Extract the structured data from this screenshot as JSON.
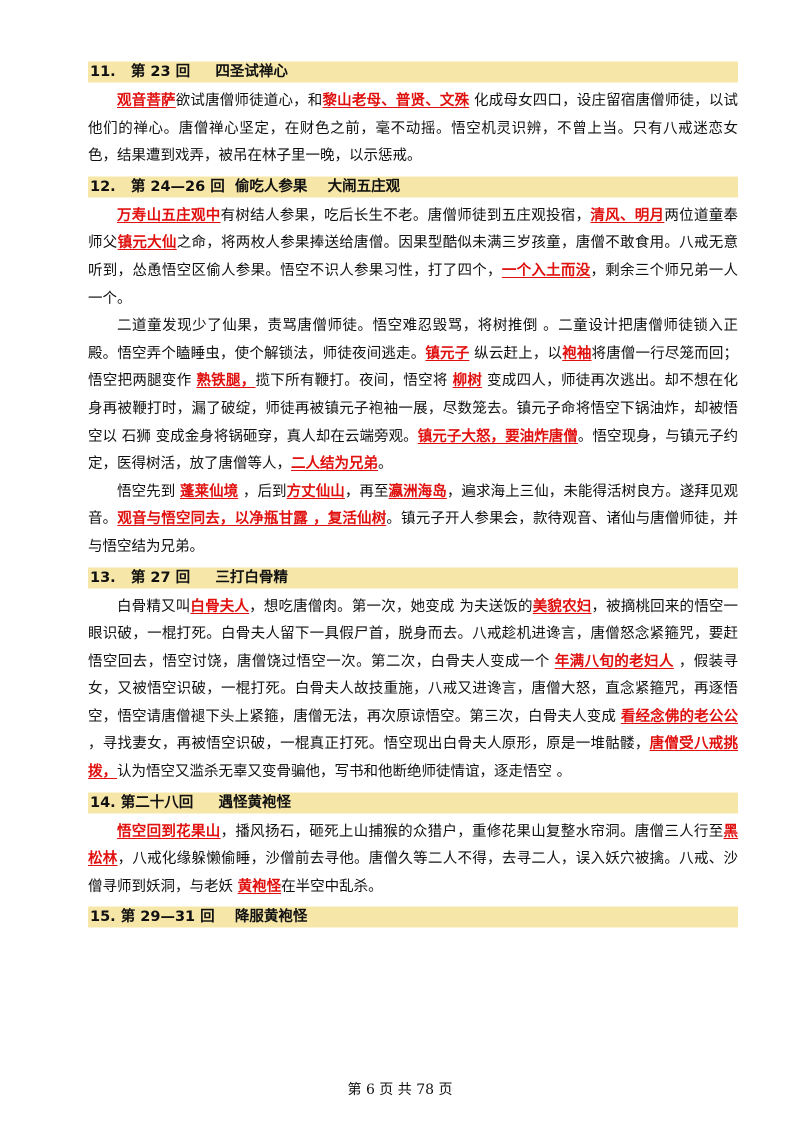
{
  "sections": [
    {
      "heading": "11.   第 23 回     四圣试禅心",
      "paragraphs": [
        [
          {
            "t": "观音菩萨",
            "hl": true
          },
          {
            "t": "欲试唐僧师徒道心，和"
          },
          {
            "t": "黎山老母、普贤、文殊",
            "hl": true
          },
          {
            "t": " 化成母女四口，设庄留宿唐僧师徒，以试他们的禅心。唐僧禅心坚定，在财色之前，毫不动摇。悟空机灵识辨，不曾上当。只有八戒迷恋女色，结果遭到戏弄，被吊在林子里一晚，以示惩戒。"
          }
        ]
      ]
    },
    {
      "heading": "12.   第 24—26 回  偷吃人参果    大闹五庄观",
      "paragraphs": [
        [
          {
            "t": "万寿山五庄观中",
            "hl": true
          },
          {
            "t": "有树结人参果，吃后长生不老。唐僧师徒到五庄观投宿，"
          },
          {
            "t": "清风、明月",
            "hl": true
          },
          {
            "t": "两位道童奉师父"
          },
          {
            "t": "镇元大仙",
            "hl": true
          },
          {
            "t": "之命，将两枚人参果捧送给唐僧。因果型酷似未满三岁孩童，唐僧不敢食用。八戒无意听到，怂恿悟空区偷人参果。悟空不识人参果习性，打了四个，"
          },
          {
            "t": "一个入土而没",
            "hl": true
          },
          {
            "t": "，剩余三个师兄弟一人一个。"
          }
        ],
        [
          {
            "t": "二道童发现少了仙果，责骂唐僧师徒。悟空难忍毁骂，将树推倒 。二童设计把唐僧师徒锁入正殿。悟空弄个瞌睡虫，使个解锁法，师徒夜间逃走。"
          },
          {
            "t": "镇元子",
            "hl": true
          },
          {
            "t": " 纵云赶上，以"
          },
          {
            "t": "袍袖",
            "hl": true
          },
          {
            "t": "将唐僧一行尽笼而回；悟空把两腿变作 "
          },
          {
            "t": "熟铁腿，",
            "hl": true
          },
          {
            "t": "揽下所有鞭打。夜间，悟空将 "
          },
          {
            "t": "柳树",
            "hl": true
          },
          {
            "t": " 变成四人，师徒再次逃出。却不想在化身再被鞭打时，漏了破绽，师徒再被镇元子袍袖一展，尽数笼去。镇元子命将悟空下锅油炸，却被悟空以 石狮 变成金身将锅砸穿，真人却在云端旁观。"
          },
          {
            "t": "镇元子大怒，要油炸唐僧",
            "hl": true
          },
          {
            "t": "。悟空现身，与镇元子约定，医得树活，放了唐僧等人，"
          },
          {
            "t": "二人结为兄弟",
            "hl": true
          },
          {
            "t": "。"
          }
        ],
        [
          {
            "t": "悟空先到 "
          },
          {
            "t": "蓬莱仙境",
            "hl": true
          },
          {
            "t": " ，后到"
          },
          {
            "t": "方丈仙山",
            "hl": true
          },
          {
            "t": "，再至"
          },
          {
            "t": "瀛洲海岛",
            "hl": true
          },
          {
            "t": "，遍求海上三仙，未能得活树良方。遂拜见观音。"
          },
          {
            "t": "观音与悟空同去，以净瓶甘露 ，复活仙树",
            "hl": true
          },
          {
            "t": "。镇元子开人参果会，款待观音、诸仙与唐僧师徒，并与悟空结为兄弟。"
          }
        ]
      ]
    },
    {
      "heading": "13.   第 27 回     三打白骨精",
      "paragraphs": [
        [
          {
            "t": "白骨精又叫"
          },
          {
            "t": "白骨夫人",
            "hl": true
          },
          {
            "t": "，想吃唐僧肉。第一次，她变成 为夫送饭的"
          },
          {
            "t": "美貌农妇",
            "hl": true
          },
          {
            "t": "，被摘桃回来的悟空一眼识破，一棍打死。白骨夫人留下一具假尸首，脱身而去。八戒趁机进谗言，唐僧怒念紧箍咒，要赶悟空回去，悟空讨饶，唐僧饶过悟空一次。第二次，白骨夫人变成一个 "
          },
          {
            "t": "年满八旬的老妇人",
            "hl": true
          },
          {
            "t": " ，假装寻女，又被悟空识破，一棍打死。白骨夫人故技重施，八戒又进谗言，唐僧大怒，直念紧箍咒，再逐悟空，悟空请唐僧褪下头上紧箍，唐僧无法，再次原谅悟空。第三次，白骨夫人变成 "
          },
          {
            "t": "看经念佛的老公公",
            "hl": true
          },
          {
            "t": " ，寻找妻女，再被悟空识破，一棍真正打死。悟空现出白骨夫人原形，原是一堆骷髅，"
          },
          {
            "t": "唐僧受八戒挑拨，",
            "hl": true
          },
          {
            "t": "认为悟空又滥杀无辜又变骨骗他，写书和他断绝师徒情谊，逐走悟空 。"
          }
        ]
      ]
    },
    {
      "heading": "14. 第二十八回     遇怪黄袍怪",
      "paragraphs": [
        [
          {
            "t": "悟空回到花果山",
            "hl": true
          },
          {
            "t": "，播风扬石，砸死上山捕猴的众猎户，重修花果山复整水帘洞。唐僧三人行至"
          },
          {
            "t": "黑松林",
            "hl": true
          },
          {
            "t": "，八戒化缘躲懒偷睡，沙僧前去寻他。唐僧久等二人不得，去寻二人，误入妖穴被擒。八戒、沙僧寻师到妖洞，与老妖 "
          },
          {
            "t": "黄袍怪",
            "hl": true
          },
          {
            "t": "在半空中乱杀。"
          }
        ]
      ]
    },
    {
      "heading": "15. 第 29—31 回    降服黄袍怪",
      "paragraphs": []
    }
  ],
  "footer": "第 6 页 共 78 页"
}
